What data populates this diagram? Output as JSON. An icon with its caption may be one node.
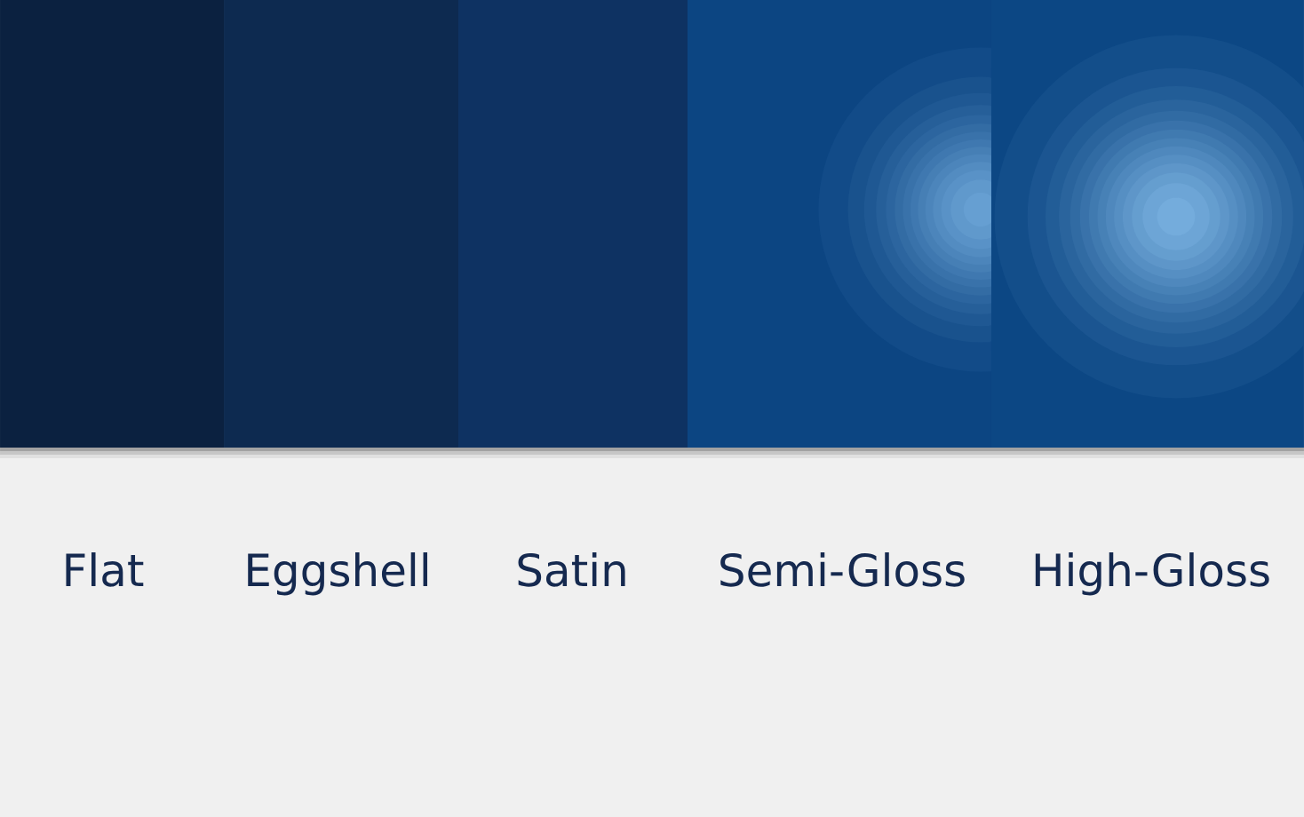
{
  "diagram": {
    "nodes": [
      {
        "text": [
          "Flat"
        ]
      },
      {
        "text": [
          "Eggshell"
        ]
      },
      {
        "text": [
          "Satin"
        ]
      },
      {
        "text": [
          "Semi-Gloss"
        ]
      },
      {
        "text": [
          "High-Gloss"
        ]
      }
    ]
  }
}
